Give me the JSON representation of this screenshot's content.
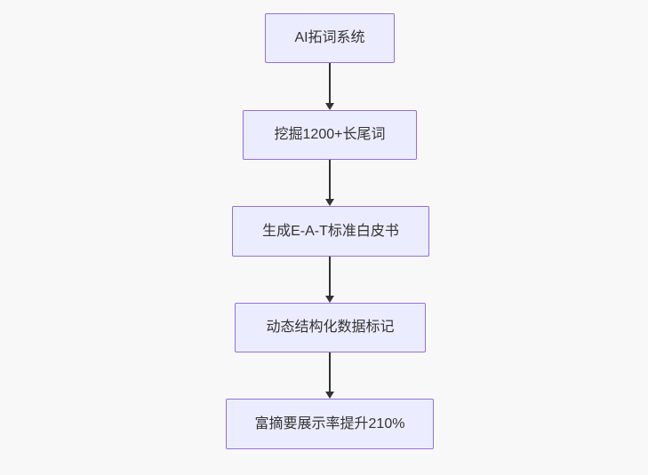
{
  "flowchart": {
    "type": "flowchart",
    "direction": "top-down",
    "nodes": [
      {
        "id": "n1",
        "label": "AI拓词系统"
      },
      {
        "id": "n2",
        "label": "挖掘1200+长尾词"
      },
      {
        "id": "n3",
        "label": "生成E-A-T标准白皮书"
      },
      {
        "id": "n4",
        "label": "动态结构化数据标记"
      },
      {
        "id": "n5",
        "label": "富摘要展示率提升210%"
      }
    ],
    "edges": [
      {
        "from": "n1",
        "to": "n2"
      },
      {
        "from": "n2",
        "to": "n3"
      },
      {
        "from": "n3",
        "to": "n4"
      },
      {
        "from": "n4",
        "to": "n5"
      }
    ],
    "colors": {
      "background": "#F8F8F8",
      "node_fill": "#ECECFF",
      "node_border": "#9370DB",
      "arrow": "#333333",
      "text": "#333333"
    }
  }
}
